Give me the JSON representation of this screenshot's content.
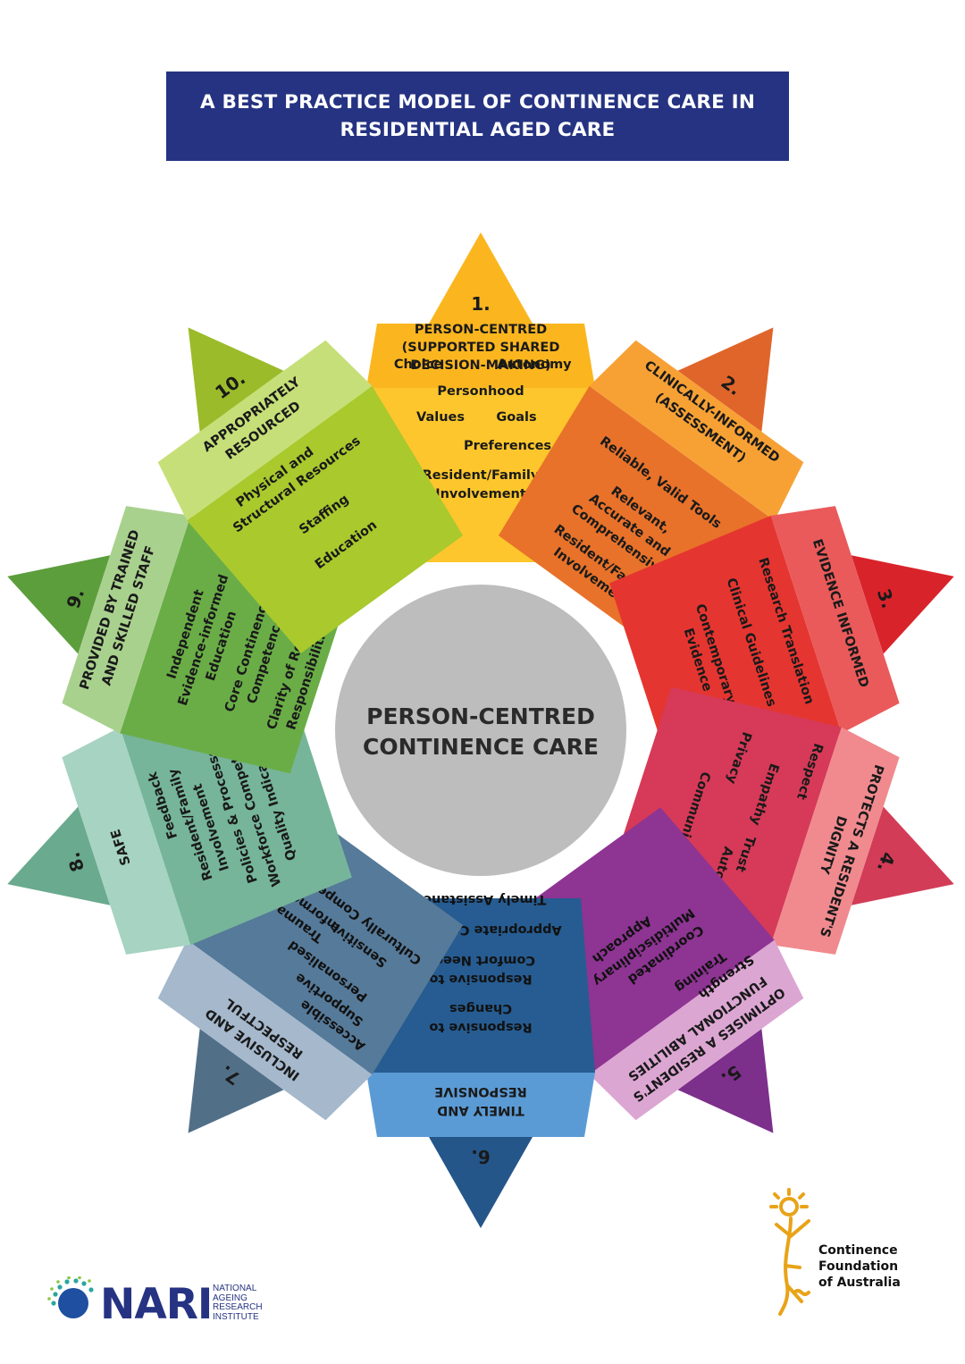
{
  "title": [
    "A BEST PRACTICE MODEL OF CONTINENCE CARE IN",
    "RESIDENTIAL AGED CARE"
  ],
  "centre": [
    "PERSON-CENTRED",
    "CONTINENCE CARE"
  ],
  "segments": [
    {
      "number": "1.",
      "header": [
        "PERSON-CENTRED",
        "(SUPPORTED SHARED",
        "DECISION-MAKING)"
      ],
      "items": [
        "Choice",
        "Autonomy",
        "Personhood",
        "Values",
        "Goals",
        "Preferences",
        "Resident/Family",
        "Involvement"
      ],
      "colors": {
        "header": "#fbb61f",
        "body": "#fdc62c",
        "tab": "#fbb61f"
      }
    },
    {
      "number": "2.",
      "header": [
        "CLINICALLY-INFORMED",
        "(ASSESSMENT)"
      ],
      "items": [
        "Reliable, Valid Tools",
        "Relevant,",
        "Accurate and",
        "Comprehensive",
        "Resident/Family",
        "Involvement"
      ],
      "colors": {
        "header": "#f7a135",
        "body": "#e8722a",
        "tab": "#e0652a"
      }
    },
    {
      "number": "3.",
      "header": [
        "EVIDENCE INFORMED"
      ],
      "items": [
        "Research Translation",
        "Clinical Guidelines",
        "Contemporary",
        "Evidence"
      ],
      "colors": {
        "header": "#ea5a5a",
        "body": "#e53530",
        "tab": "#d9232a"
      }
    },
    {
      "number": "4.",
      "header": [
        "PROTECTS A RESIDENT'S",
        "DIGNITY"
      ],
      "items": [
        "Respect",
        "Empathy",
        "Trust",
        "Privacy",
        "Autonomy",
        "Communication"
      ],
      "colors": {
        "header": "#f08a8e",
        "body": "#d63a58",
        "tab": "#d23c57"
      }
    },
    {
      "number": "5.",
      "header": [
        "OPTIMISES A RESIDENT'S",
        "FUNCTIONAL ABILITIES"
      ],
      "items": [
        "Strength",
        "Training",
        "Coordinated",
        "Multidisciplinary",
        "Approach"
      ],
      "colors": {
        "header": "#dca6d3",
        "body": "#8e3493",
        "tab": "#7d2f8c"
      }
    },
    {
      "number": "6.",
      "header": [
        "TIMELY AND",
        "RESPONSIVE"
      ],
      "items": [
        "Responsive to",
        "Changes",
        "Responsive to",
        "Comfort Needs",
        "Appropriate Care Plan",
        "Timely Assistance"
      ],
      "colors": {
        "header": "#5b9bd5",
        "body": "#265c91",
        "tab": "#24568a"
      }
    },
    {
      "number": "7.",
      "header": [
        "INCLUSIVE AND",
        "RESPECTFUL"
      ],
      "items": [
        "Accessible",
        "Supportive",
        "Personalised",
        "Trauma-",
        "Informed",
        "Sensitive",
        "Culturally Competent"
      ],
      "colors": {
        "header": "#a5b8cc",
        "body": "#567a99",
        "tab": "#526f88"
      }
    },
    {
      "number": "8.",
      "header": [
        "SAFE"
      ],
      "items": [
        "Feedback",
        "Resident/Family",
        "Involvement",
        "Policies & Processes",
        "Workforce Competence",
        "Quality Indicators"
      ],
      "colors": {
        "header": "#a6d3c2",
        "body": "#76b59a",
        "tab": "#6aaa8e"
      }
    },
    {
      "number": "9.",
      "header": [
        "PROVIDED BY TRAINED",
        "AND SKILLED STAFF"
      ],
      "items": [
        "Independent",
        "Evidence-informed",
        "Education",
        "Core Continence",
        "Competence",
        "Clarity of Roles &",
        "Responsibilities"
      ],
      "colors": {
        "header": "#a9d18e",
        "body": "#6aad47",
        "tab": "#5c9e3c"
      }
    },
    {
      "number": "10.",
      "header": [
        "APPROPRIATELY",
        "RESOURCED"
      ],
      "items": [
        "Physical and",
        "Structural Resources",
        "Staffing",
        "Education"
      ],
      "colors": {
        "header": "#c6df78",
        "body": "#a9c92d",
        "tab": "#9bbb2a"
      }
    }
  ],
  "centre_color": "#bdbdbd",
  "logos": {
    "nari_word": "NARI",
    "nari_sub": [
      "NATIONAL",
      "AGEING",
      "RESEARCH",
      "INSTITUTE"
    ],
    "cfa": [
      "Continence",
      "Foundation",
      "of Australia"
    ]
  }
}
